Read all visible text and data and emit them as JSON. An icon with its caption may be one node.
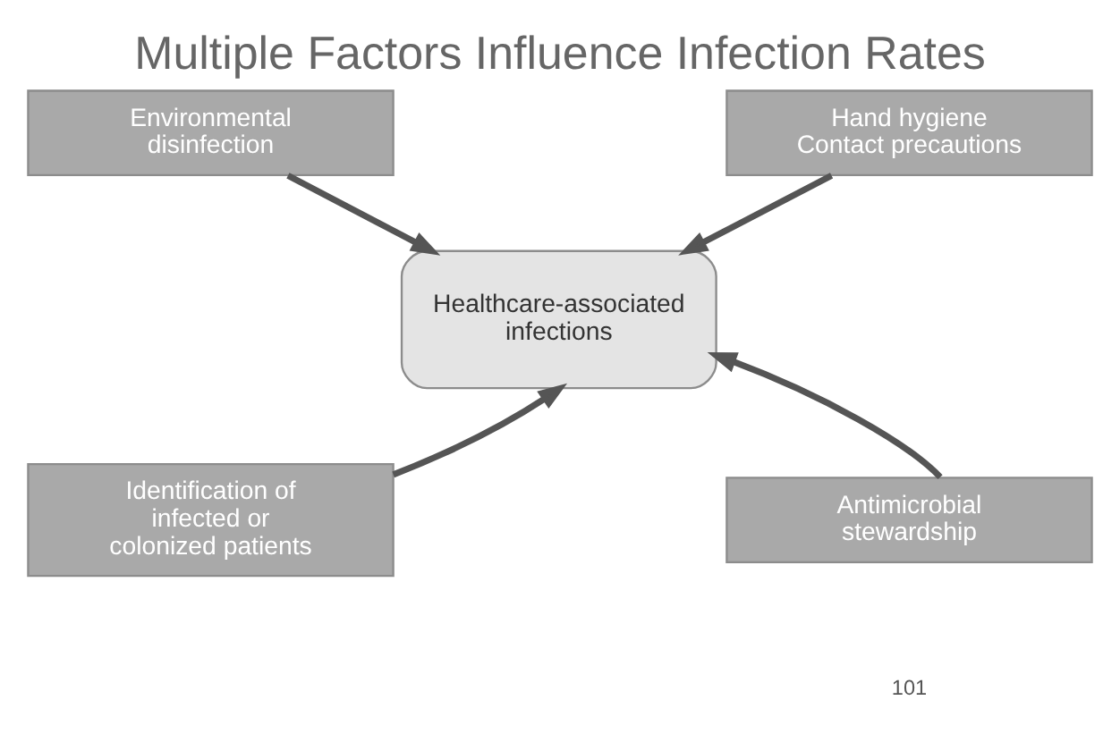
{
  "diagram": {
    "title": "Multiple Factors Influence Infection Rates",
    "nodes": [
      {
        "text": [
          "Environmental disinfection"
        ]
      },
      {
        "text": [
          "Hand hygiene Contact precautions"
        ]
      },
      {
        "text": [
          "Healthcare-associated infections"
        ]
      },
      {
        "text": [
          "Identification of infected or colonized patients"
        ]
      },
      {
        "text": [
          "Antimicrobial stewardship"
        ]
      }
    ],
    "edges": [
      {
        "from": 0,
        "to": 2,
        "arrow": "to"
      },
      {
        "from": 1,
        "to": 2,
        "arrow": "to"
      },
      {
        "from": 3,
        "to": 2,
        "arrow": "to"
      },
      {
        "from": 4,
        "to": 2,
        "arrow": "to"
      }
    ],
    "labels": [
      "101"
    ]
  }
}
